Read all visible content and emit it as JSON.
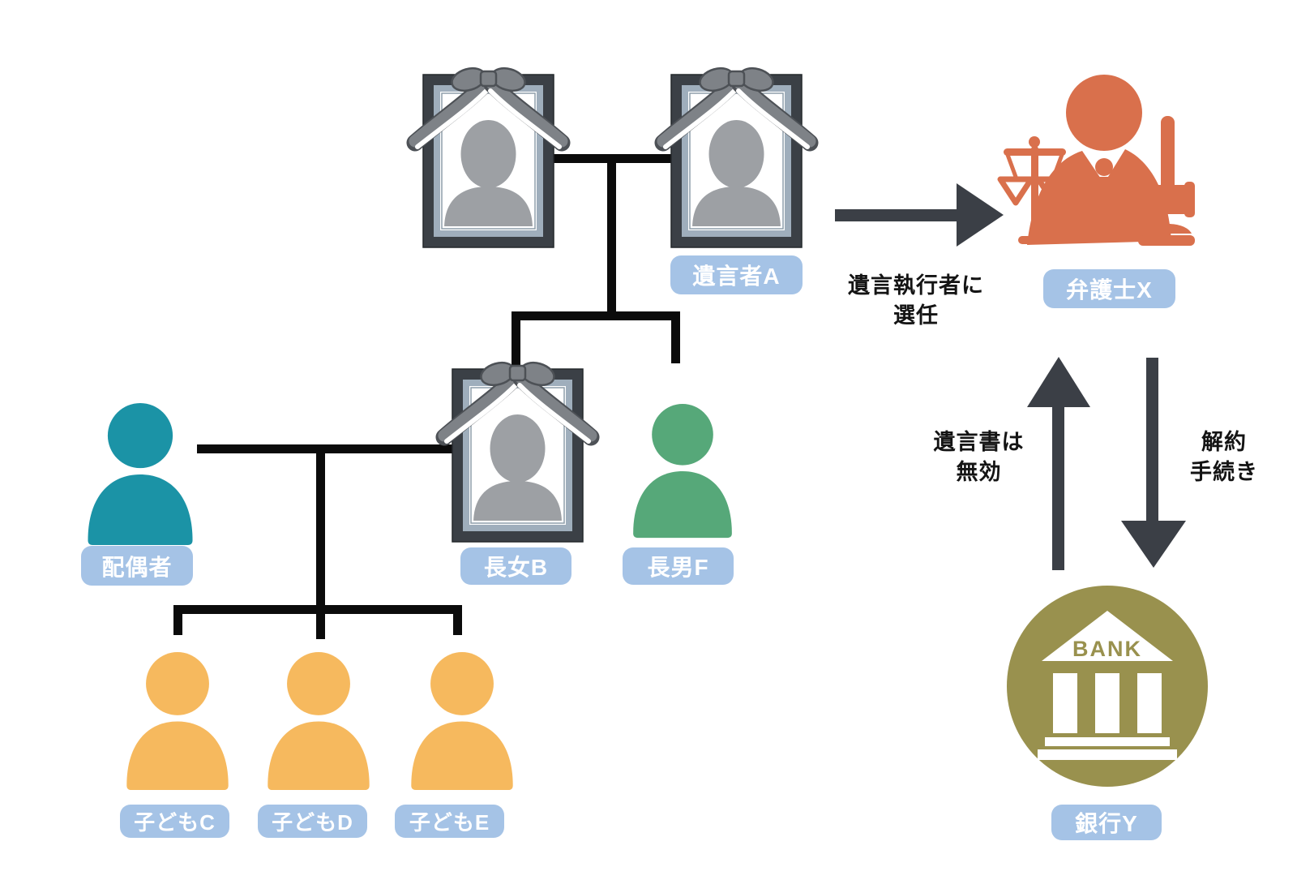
{
  "diagram": {
    "title": "will-executor-family-diagram",
    "nodes": {
      "deceased_parent": {
        "type": "memorial-frame",
        "label": ""
      },
      "testator_a": {
        "type": "memorial-frame",
        "label": "遺言者A"
      },
      "lawyer_x": {
        "type": "lawyer-icon",
        "label": "弁護士X"
      },
      "spouse": {
        "type": "person",
        "label": "配偶者"
      },
      "daughter_b": {
        "type": "memorial-frame",
        "label": "長女B"
      },
      "son_f": {
        "type": "person",
        "label": "長男F"
      },
      "child_c": {
        "type": "person",
        "label": "子どもC"
      },
      "child_d": {
        "type": "person",
        "label": "子どもD"
      },
      "child_e": {
        "type": "person",
        "label": "子どもE"
      },
      "bank_y": {
        "type": "bank-icon",
        "label": "銀行Y",
        "icon_text": "BANK"
      }
    },
    "annotations": {
      "appointment": {
        "line1": "遺言執行者に",
        "line2": "選任"
      },
      "will_invalid": {
        "line1": "遺言書は",
        "line2": "無効"
      },
      "cancellation": {
        "line1": "解約",
        "line2": "手続き"
      }
    },
    "colors": {
      "label_bg": "#A5C3E6",
      "label_text": "#FFFFFF",
      "spouse": "#1B93A6",
      "son": "#56A879",
      "children": "#F6B95E",
      "lawyer": "#D9704C",
      "bank": "#99914E",
      "tree_line": "#0B0B0B",
      "arrow": "#3B3F46",
      "frame_dark": "#3B4046",
      "ribbon": "#7E8287",
      "silhouette": "#9DA0A4",
      "annotation_text": "#141414"
    }
  }
}
